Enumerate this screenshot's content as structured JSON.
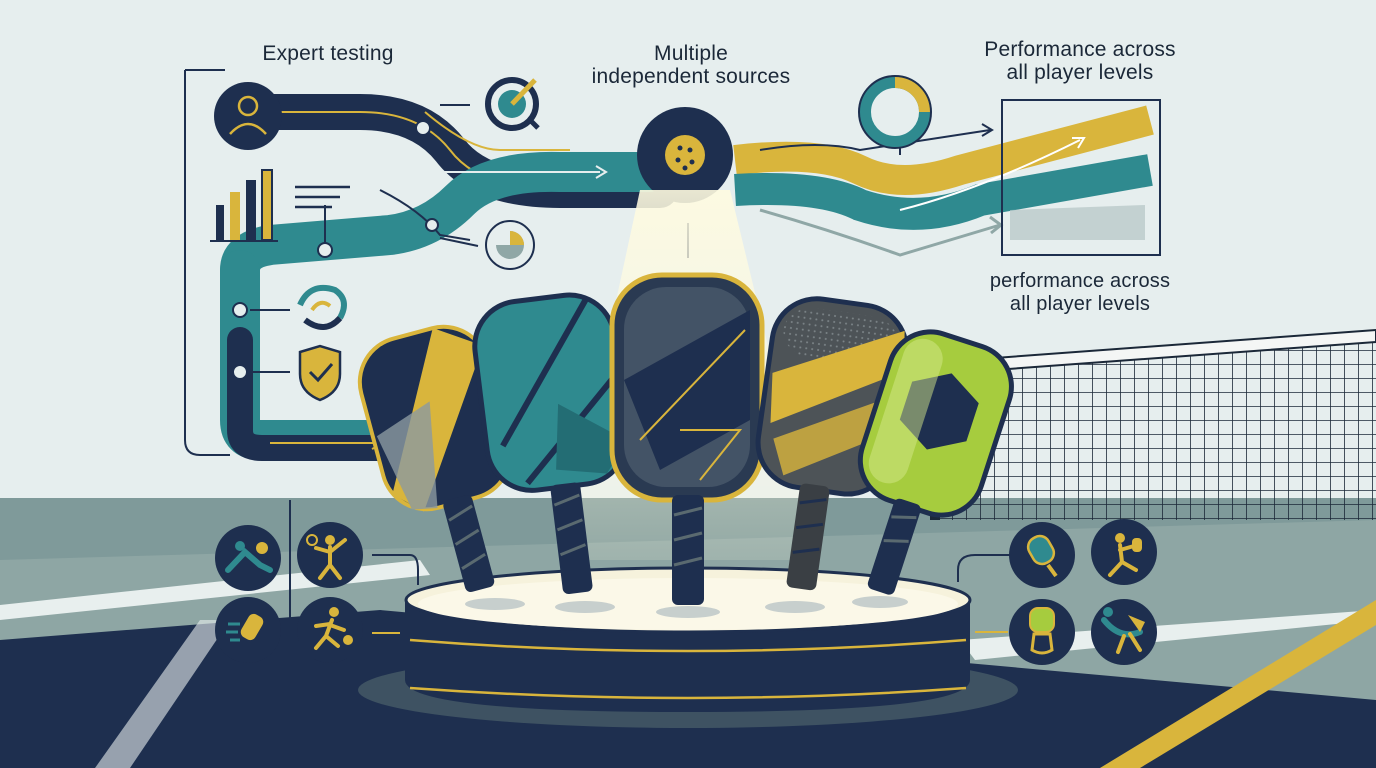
{
  "labels": {
    "expert_testing": "Expert testing",
    "multiple_sources": "Multiple\nindependent sources",
    "performance_top": "Performance across\nall player levels",
    "performance_bottom": "performance across\nall player levels"
  },
  "colors": {
    "navy": "#1e2f4f",
    "teal": "#2f8a8f",
    "gold": "#d9b53c",
    "lime": "#a6cc3e",
    "slate": "#5a6a70",
    "sky": "#e6eeee",
    "court": "#7f9a9a"
  },
  "icons": {
    "sources": [
      "user-icon",
      "bar-chart-icon",
      "document-lines-icon",
      "target-icon",
      "pie-chart-icon",
      "swirl-icon",
      "shield-check-icon"
    ],
    "hub": "pickleball-icon",
    "analysis": "donut-chart-icon",
    "players_left": [
      "player-diving-icon",
      "player-swing-icon",
      "paddle-hit-icon",
      "player-running-icon"
    ],
    "players_right": [
      "paddle-icon",
      "player-hitting-icon",
      "paddle-grip-icon",
      "player-leaning-icon"
    ]
  },
  "paddles": [
    {
      "name": "navy-gold-stripe",
      "face": "#1e2f4f",
      "accent": "#d9b53c"
    },
    {
      "name": "teal-geometric",
      "face": "#2f8a8f",
      "accent": "#1e2f4f"
    },
    {
      "name": "dark-glass-gold",
      "face": "#2a3a52",
      "accent": "#d9b53c"
    },
    {
      "name": "carbon-gold-stripe",
      "face": "#4d5357",
      "accent": "#d9b53c"
    },
    {
      "name": "lime-hexagon",
      "face": "#a6cc3e",
      "accent": "#1e2f4f"
    }
  ]
}
